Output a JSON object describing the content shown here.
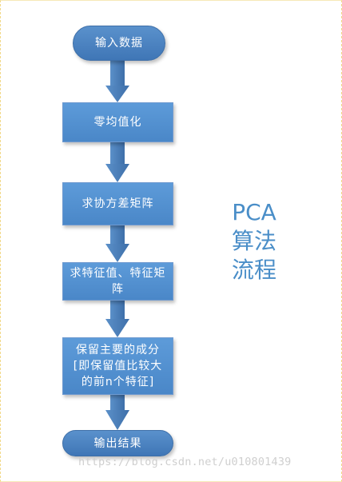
{
  "diagram": {
    "title_lines": [
      "PCA",
      "算法",
      "流程"
    ],
    "nodes": {
      "input": "输入数据",
      "center": "零均值化",
      "covariance": "求协方差矩阵",
      "eigen": "求特征值、特征矩阵",
      "keep": "保留主要的成分[即保留值比较大的前n个特征]",
      "output": "输出结果"
    },
    "colors": {
      "box": "#4e8dcf",
      "pill": "#4a82c2",
      "arrow": "#4a7fba",
      "title": "#4a8ec8"
    }
  },
  "watermark": "https://blog.csdn.net/u010801439"
}
